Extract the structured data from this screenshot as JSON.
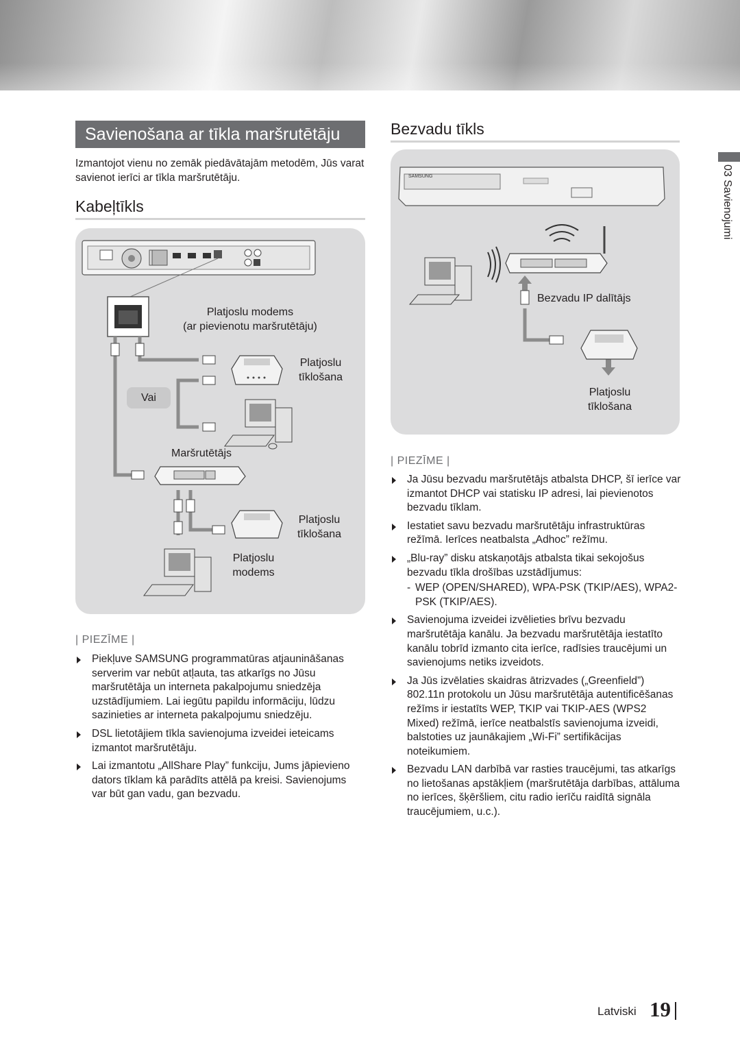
{
  "left": {
    "title": "Savienošana ar tīkla maršrutētāju",
    "intro": "Izmantojot vienu no zemāk piedāvātajām metodēm, Jūs varat savienot ierīci ar tīkla maršrutētāju.",
    "wired_heading": "Kabeļtīkls",
    "diagram": {
      "modem_router_label_1": "Platjoslu modems",
      "modem_router_label_2": "(ar pievienotu maršrutētāju)",
      "broadband_1": "Platjoslu tīklošana",
      "or_label": "Vai",
      "router_label": "Maršrutētājs",
      "broadband_2": "Platjoslu tīklošana",
      "modem_label": "Platjoslu modems"
    },
    "note_title": "| PIEZĪME |",
    "notes": [
      "Piekļuve SAMSUNG programmatūras atjaunināšanas serverim var nebūt atļauta, tas atkarīgs no Jūsu maršrutētāja un interneta pakalpojumu sniedzēja uzstādījumiem. Lai iegūtu papildu informāciju, lūdzu sazinieties ar interneta pakalpojumu sniedzēju.",
      "DSL lietotājiem tīkla savienojuma izveidei ieteicams izmantot maršrutētāju.",
      "Lai izmantotu „AllShare Play” funkciju, Jums jāpievieno dators tīklam kā parādīts attēlā pa kreisi. Savienojums var būt gan vadu, gan bezvadu."
    ]
  },
  "right": {
    "wireless_heading": "Bezvadu tīkls",
    "diagram": {
      "brand": "SAMSUNG",
      "wireless_ip_label": "Bezvadu IP dalītājs",
      "broadband": "Platjoslu tīklošana"
    },
    "note_title": "| PIEZĪME |",
    "notes": [
      {
        "text": "Ja Jūsu bezvadu maršrutētājs atbalsta DHCP, šī ierīce var izmantot  DHCP vai statisku IP adresi, lai pievienotos bezvadu tīklam."
      },
      {
        "text": "Iestatiet savu bezvadu maršrutētāju infrastruktūras režīmā. Ierīces neatbalsta „Adhoc” režīmu."
      },
      {
        "text": "„Blu-ray” disku atskaņotājs atbalsta tikai sekojošus bezvadu tīkla drošības uzstādījumus:",
        "sub": "WEP (OPEN/SHARED), WPA-PSK (TKIP/AES), WPA2-PSK (TKIP/AES)."
      },
      {
        "text": "Savienojuma izveidei izvēlieties brīvu bezvadu maršrutētāja kanālu. Ja bezvadu maršrutētāja iestatīto kanālu tobrīd izmanto cita ierīce, radīsies traucējumi un savienojums netiks izveidots."
      },
      {
        "text": "Ja Jūs izvēlaties skaidras ātrizvades („Greenfield”) 802.11n protokolu un Jūsu maršrutētāja autentificēšanas režīms ir iestatīts  WEP, TKIP vai TKIP-AES (WPS2 Mixed) režīmā, ierīce neatbalstīs savienojuma izveidi, balstoties uz jaunākajiem „Wi-Fi” sertifikācijas noteikumiem."
      },
      {
        "text": "Bezvadu LAN darbībā var rasties traucējumi, tas atkarīgs no lietošanas apstākļiem (maršrutētāja darbības, attāluma no ierīces, šķēršliem, citu radio ierīču raidītā signāla traucējumiem, u.c.)."
      }
    ]
  },
  "side": {
    "chapter": "03  Savienojumi"
  },
  "footer": {
    "language": "Latviski",
    "page": "19"
  }
}
